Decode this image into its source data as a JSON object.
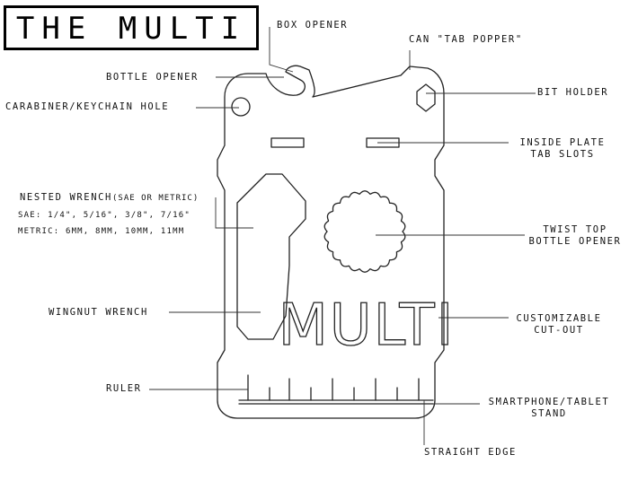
{
  "title": "THE MULTI",
  "plate_text": "MULTI",
  "labels": {
    "box_opener": "BOX OPENER",
    "can_tab_popper": "CAN \"TAB POPPER\"",
    "bottle_opener": "BOTTLE OPENER",
    "bit_holder": "BIT HOLDER",
    "carabiner": "CARABINER/KEYCHAIN HOLE",
    "inside_plate_1": "INSIDE PLATE",
    "inside_plate_2": "TAB SLOTS",
    "nested_wrench": "NESTED WRENCH",
    "nested_wrench_note": "(SAE OR METRIC)",
    "sae": "SAE: 1/4\", 5/16\", 3/8\", 7/16\"",
    "metric": "METRIC: 6MM, 8MM, 10MM, 11MM",
    "twist_top_1": "TWIST TOP",
    "twist_top_2": "BOTTLE OPENER",
    "wingnut": "WINGNUT WRENCH",
    "custom_1": "CUSTOMIZABLE",
    "custom_2": "CUT-OUT",
    "ruler": "RULER",
    "stand_1": "SMARTPHONE/TABLET",
    "stand_2": "STAND",
    "straight_edge": "STRAIGHT EDGE"
  }
}
